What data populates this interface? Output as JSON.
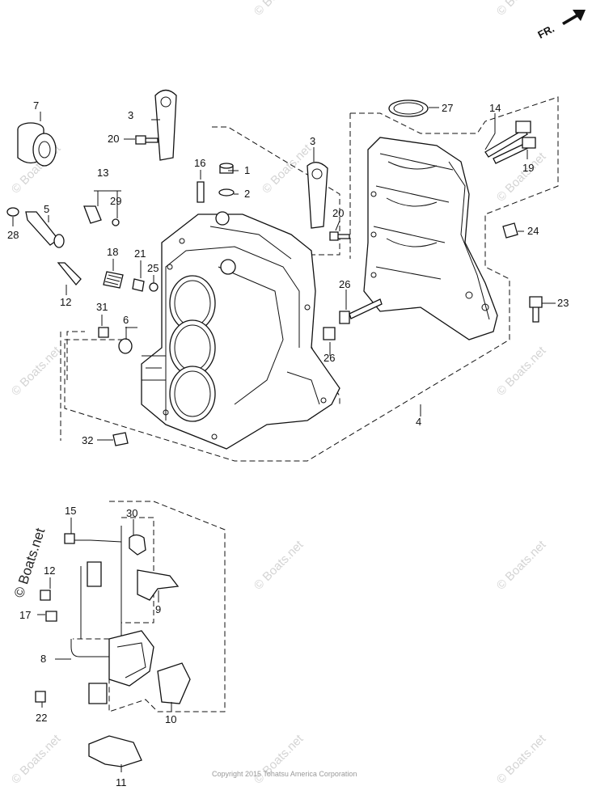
{
  "direction_label": "FR.",
  "copyright": "Copyright 2015 Tohatsu America Corporation",
  "watermark": "© Boats.net",
  "callouts": {
    "c1": "1",
    "c2": "2",
    "c3a": "3",
    "c3b": "3",
    "c4": "4",
    "c5": "5",
    "c6": "6",
    "c7": "7",
    "c8": "8",
    "c9": "9",
    "c10": "10",
    "c11": "11",
    "c12": "12",
    "c12b": "12",
    "c13": "13",
    "c14": "14",
    "c15": "15",
    "c16": "16",
    "c17": "17",
    "c18": "18",
    "c19": "19",
    "c20a": "20",
    "c20b": "20",
    "c21": "21",
    "c22": "22",
    "c23": "23",
    "c24": "24",
    "c25": "25",
    "c26a": "26",
    "c26b": "26",
    "c27": "27",
    "c28": "28",
    "c29": "29",
    "c30": "30",
    "c31": "31",
    "c32": "32"
  }
}
